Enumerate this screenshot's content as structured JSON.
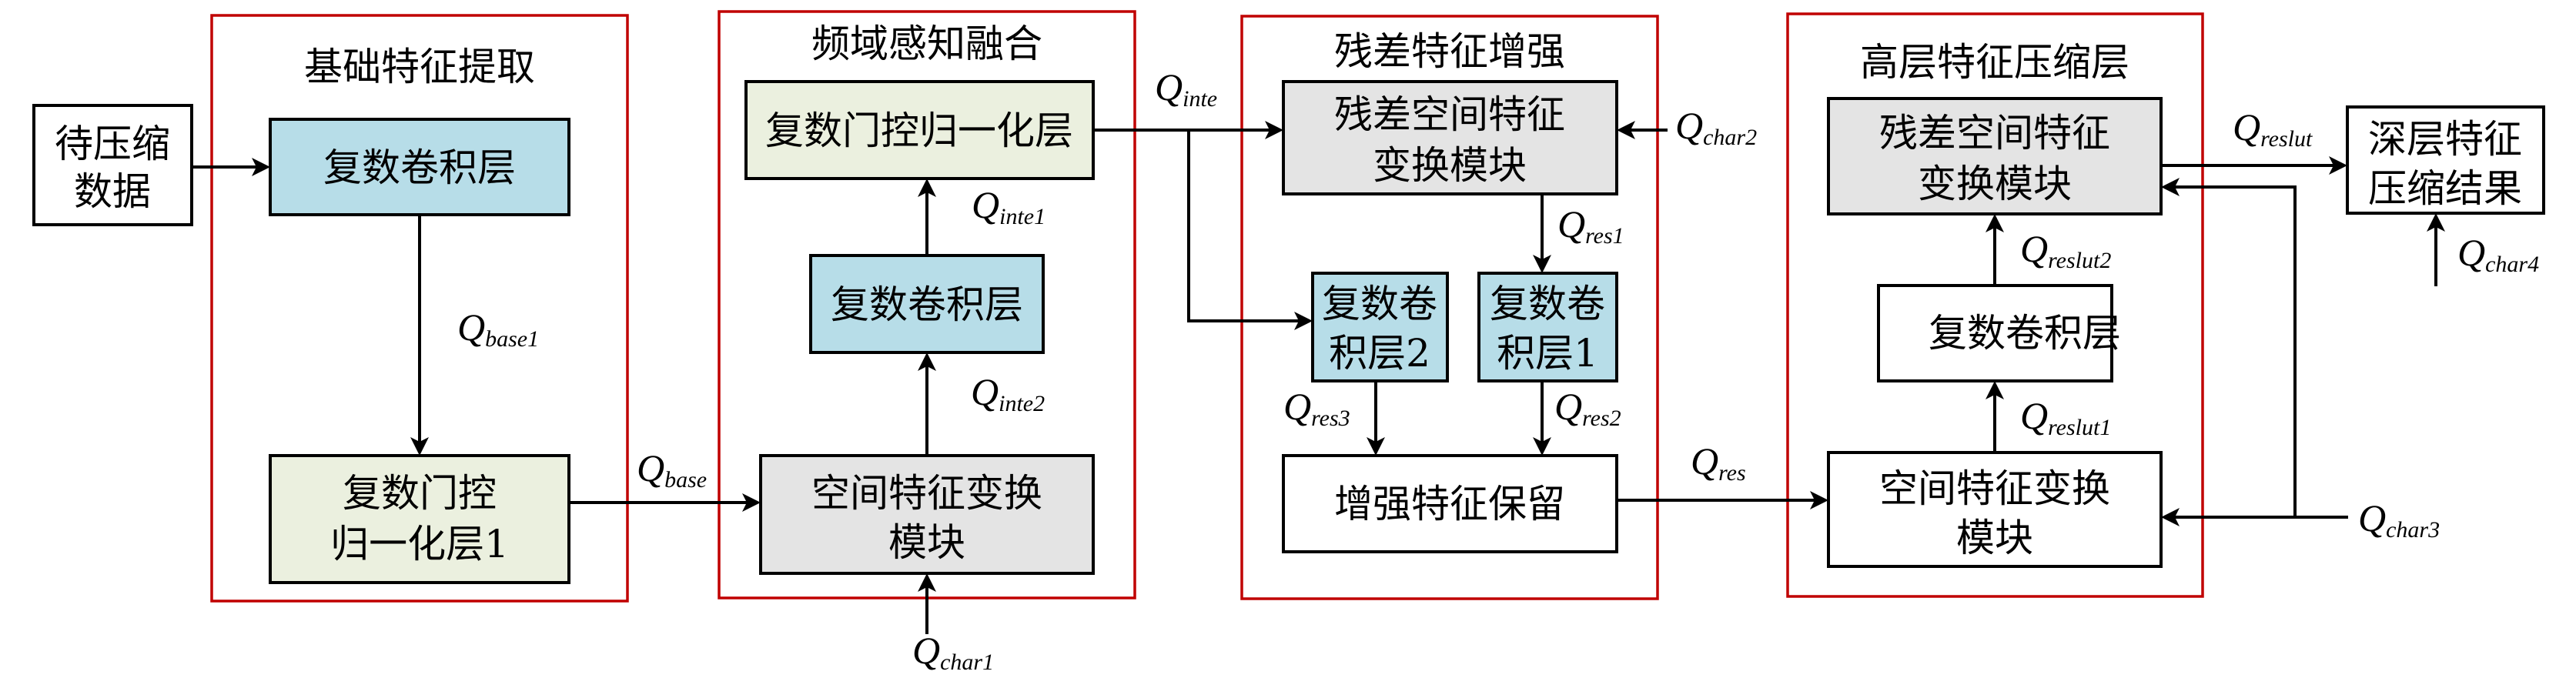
{
  "input": {
    "line1": "待压缩",
    "line2": "数据"
  },
  "output": {
    "line1": "深层特征",
    "line2": "压缩结果"
  },
  "panels": [
    {
      "title": "基础特征提取",
      "blocks": [
        {
          "line1": "复数卷积层"
        },
        {
          "line1": "复数门控",
          "line2": "归一化层1"
        }
      ]
    },
    {
      "title": "频域感知融合",
      "blocks": [
        {
          "line1": "复数门控归一化层"
        },
        {
          "line1": "复数卷积层"
        },
        {
          "line1": "空间特征变换",
          "line2": "模块"
        }
      ]
    },
    {
      "title": "残差特征增强",
      "blocks": [
        {
          "line1": "残差空间特征",
          "line2": "变换模块"
        },
        {
          "line1": "复数卷",
          "line2": "积层2"
        },
        {
          "line1": "复数卷",
          "line2": "积层1"
        },
        {
          "line1": "增强特征保留"
        }
      ]
    },
    {
      "title": "高层特征压缩层",
      "blocks": [
        {
          "line1": "残差空间特征",
          "line2": "变换模块"
        },
        {
          "line1": "复数卷积层"
        },
        {
          "line1": "空间特征变换",
          "line2": "模块"
        }
      ]
    }
  ],
  "signals": {
    "base1": {
      "main": "Q",
      "sub": "base1"
    },
    "base": {
      "main": "Q",
      "sub": "base"
    },
    "inte": {
      "main": "Q",
      "sub": "inte"
    },
    "inte1": {
      "main": "Q",
      "sub": "inte1"
    },
    "inte2": {
      "main": "Q",
      "sub": "inte2"
    },
    "char1": {
      "main": "Q",
      "sub": "char1"
    },
    "char2": {
      "main": "Q",
      "sub": "char2"
    },
    "char3": {
      "main": "Q",
      "sub": "char3"
    },
    "char4": {
      "main": "Q",
      "sub": "char4"
    },
    "res": {
      "main": "Q",
      "sub": "res"
    },
    "res1": {
      "main": "Q",
      "sub": "res1"
    },
    "res2": {
      "main": "Q",
      "sub": "res2"
    },
    "res3": {
      "main": "Q",
      "sub": "res3"
    },
    "reslut": {
      "main": "Q",
      "sub": "reslut"
    },
    "reslut1": {
      "main": "Q",
      "sub": "reslut1"
    },
    "reslut2": {
      "main": "Q",
      "sub": "reslut2"
    }
  },
  "colors": {
    "panel_border": "#C00000",
    "conv_fill": "#B7DDE8",
    "norm_fill": "#EBF0DF",
    "transform_fill": "#E4E4E4"
  }
}
